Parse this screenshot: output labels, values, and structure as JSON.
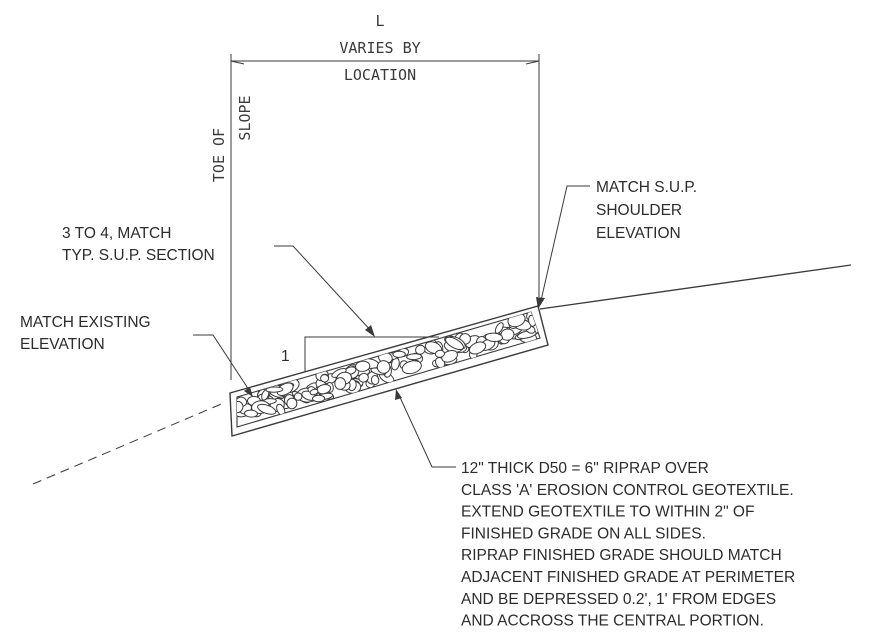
{
  "dimension": {
    "symbol": "L",
    "line1": "VARIES BY",
    "line2": "LOCATION"
  },
  "toe_of_slope": {
    "line1": "TOE OF",
    "line2": "SLOPE"
  },
  "callout_shoulder": {
    "line1": "MATCH S.U.P.",
    "line2": "SHOULDER",
    "line3": "ELEVATION"
  },
  "callout_slope": {
    "line1": "3 TO 4, MATCH",
    "line2": "TYP. S.U.P. SECTION"
  },
  "callout_existing": {
    "line1": "MATCH EXISTING",
    "line2": "ELEVATION"
  },
  "slope_ratio": {
    "rise": "1"
  },
  "riprap_note": {
    "lines": [
      "12\" THICK D50 = 6\" RIPRAP OVER",
      "CLASS 'A' EROSION CONTROL GEOTEXTILE.",
      "EXTEND GEOTEXTILE TO WITHIN 2\" OF",
      "FINISHED GRADE ON ALL SIDES.",
      "RIPRAP FINISHED GRADE SHOULD MATCH",
      "ADJACENT FINISHED GRADE AT PERIMETER",
      "AND BE DEPRESSED 0.2', 1' FROM EDGES",
      "AND ACCROSS THE CENTRAL PORTION."
    ]
  }
}
